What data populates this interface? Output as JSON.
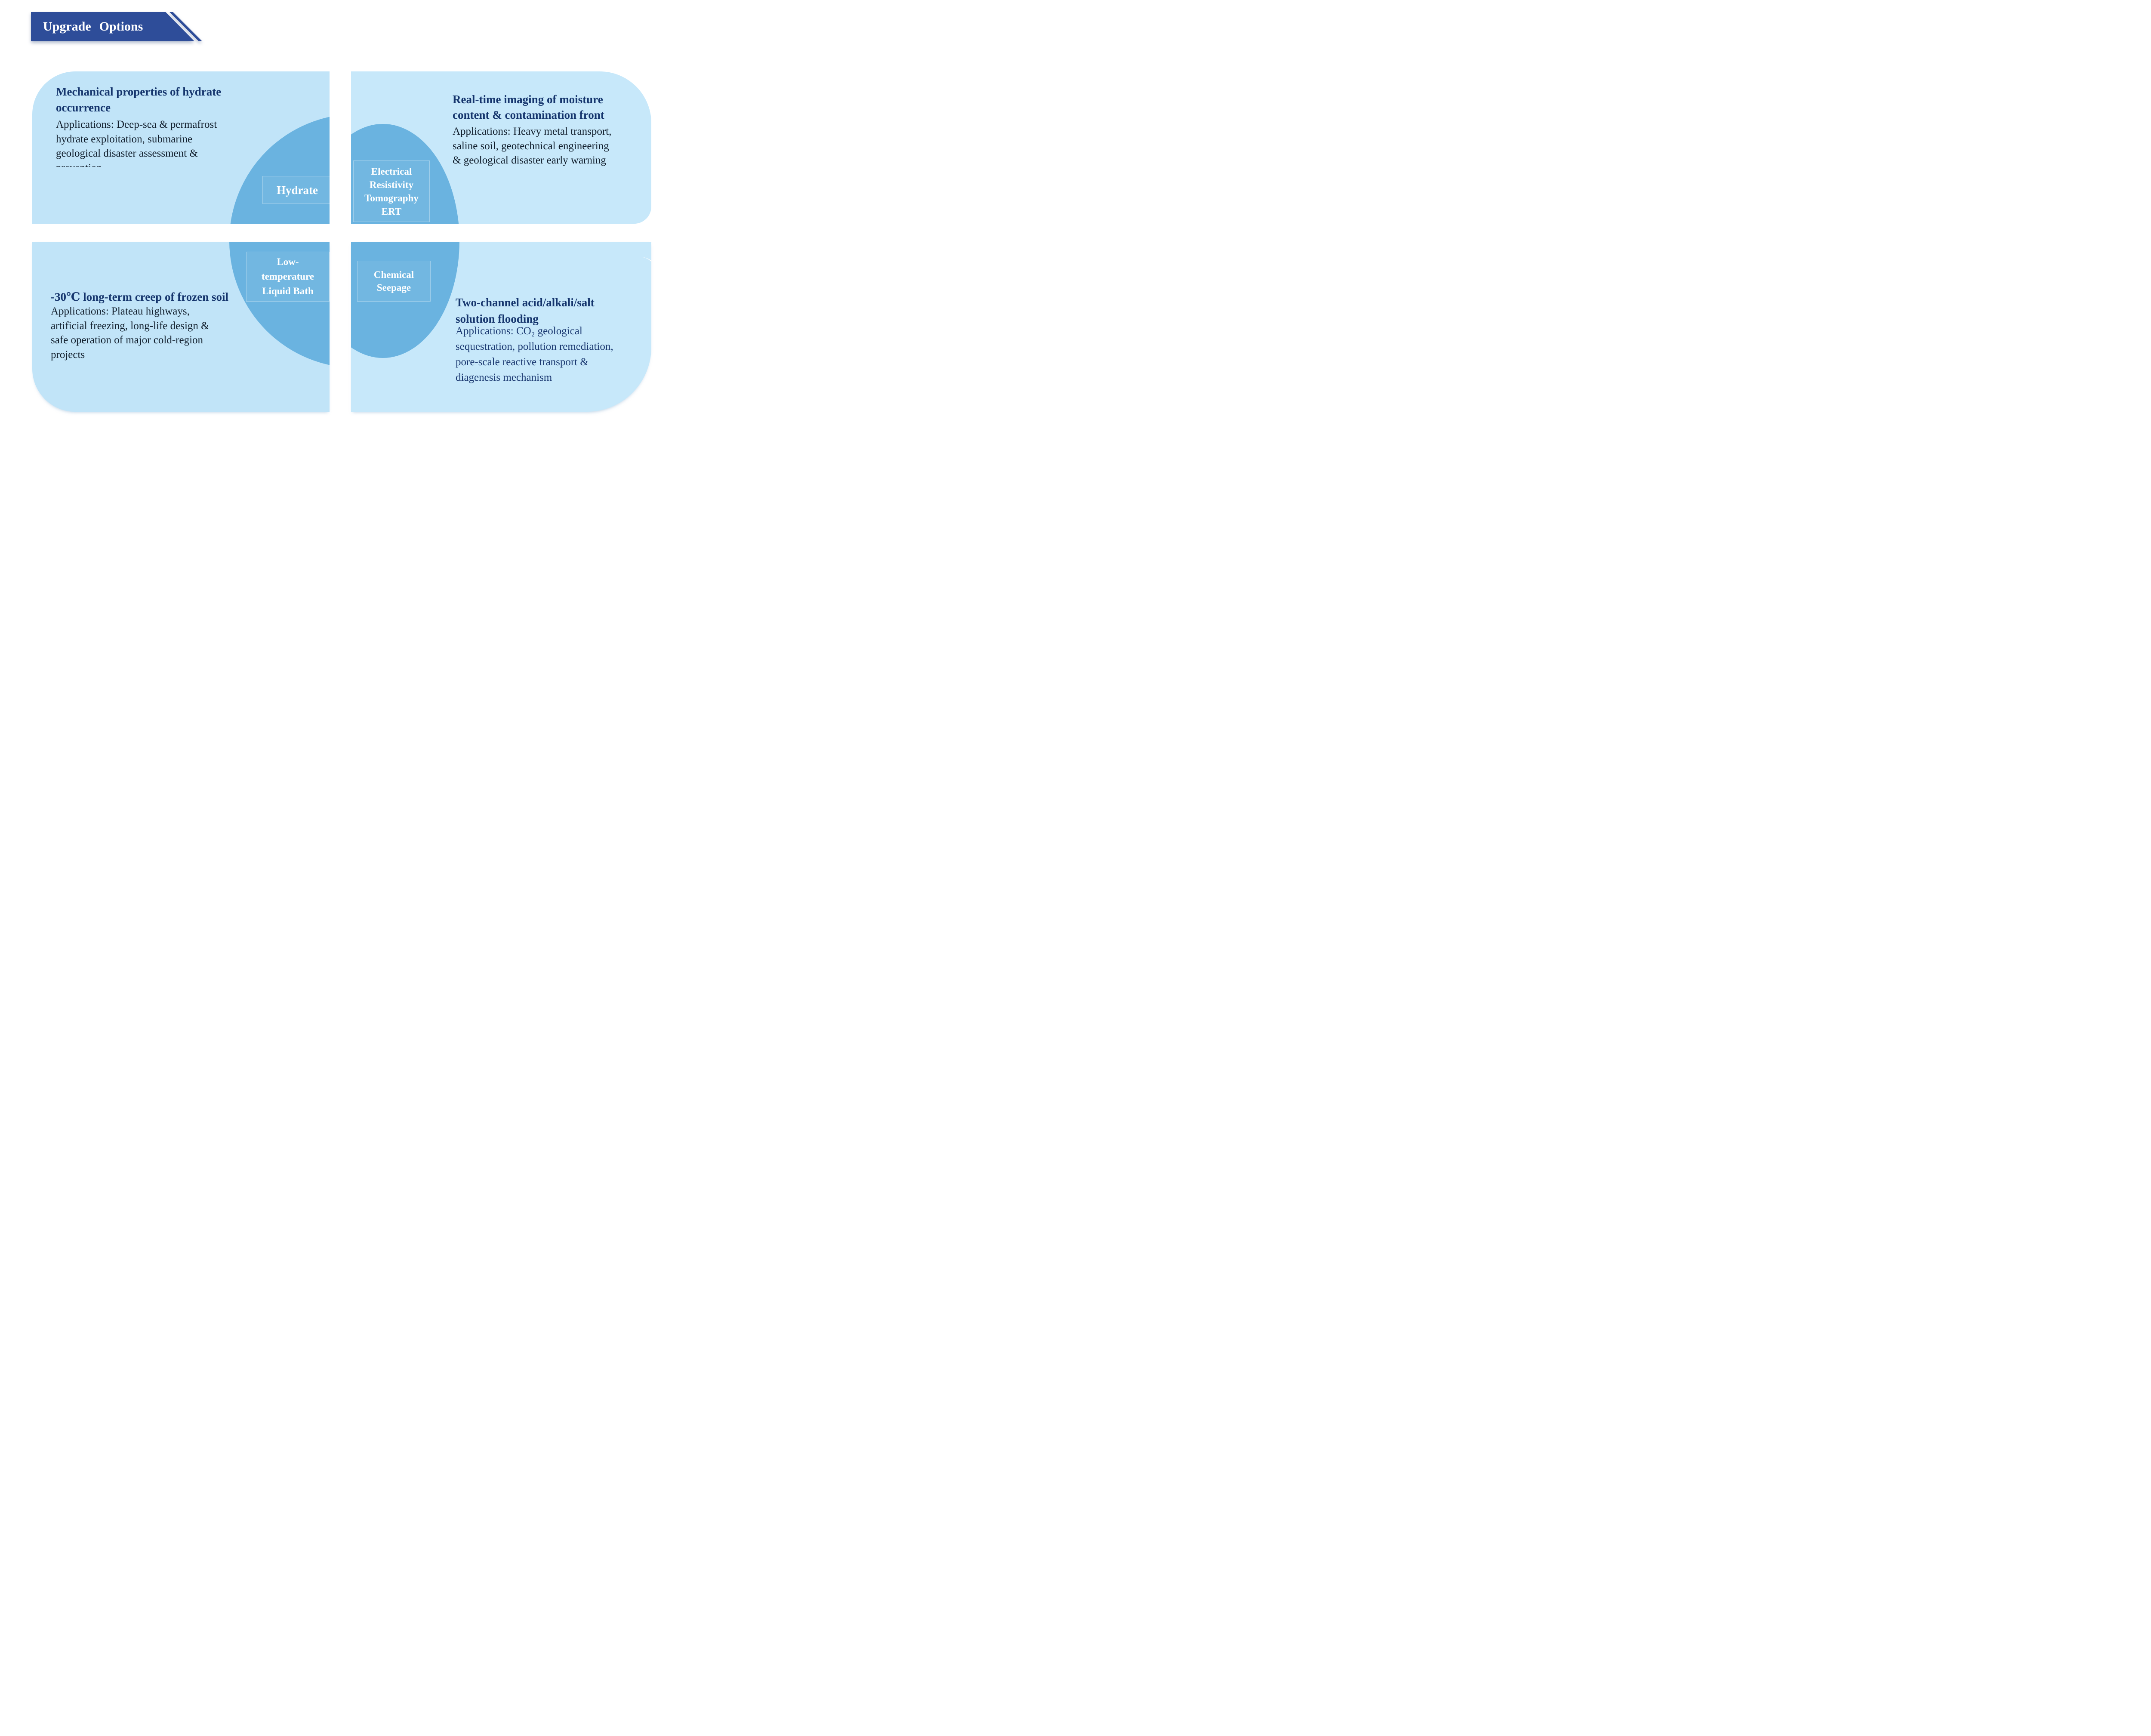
{
  "banner": {
    "title": "Upgrade Options"
  },
  "quadrants": {
    "top_left": {
      "title": "Mechanical properties of hydrate\noccurrence",
      "body": "Applications: Deep-sea & permafrost\nhydrate exploitation, submarine\ngeological disaster assessment &\nprevention"
    },
    "top_right": {
      "title": "Real-time imaging of moisture\ncontent & contamination front",
      "body": "Applications: Heavy metal transport,\nsaline soil, geotechnical engineering\n& geological disaster early warning"
    },
    "bottom_left": {
      "title": "-30℃ long-term creep of frozen soil",
      "body": "Applications: Plateau highways,\nartificial freezing, long-life design &\nsafe operation of major cold-region\nprojects"
    },
    "bottom_right": {
      "title": "Two-channel acid/alkali/salt\nsolution flooding",
      "body": "Applications: CO₂ geological\nsequestration, pollution remediation,\npore-scale reactive transport &\ndiagenesis mechanism"
    }
  },
  "circles": {
    "hydrate": {
      "label": "Hydrate"
    },
    "ert": {
      "label": "Electrical\nResistivity\nTomography\nERT"
    },
    "low_temperature": {
      "label": "Low-\ntemperature\nLiquid Bath"
    },
    "chemical": {
      "label": "Chemical\nSeepage"
    }
  },
  "colors": {
    "banner_blue": "#2e4d99",
    "card_light_blue_left": "#c1e4f8",
    "card_light_blue_right": "#c7e8fa",
    "circle_blue": "#6ab3e0",
    "title_navy": "#15356d",
    "body_dark": "#111e2c",
    "body_navy": "#1c3a72",
    "label_text": "#ffffff",
    "background": "#ffffff"
  }
}
